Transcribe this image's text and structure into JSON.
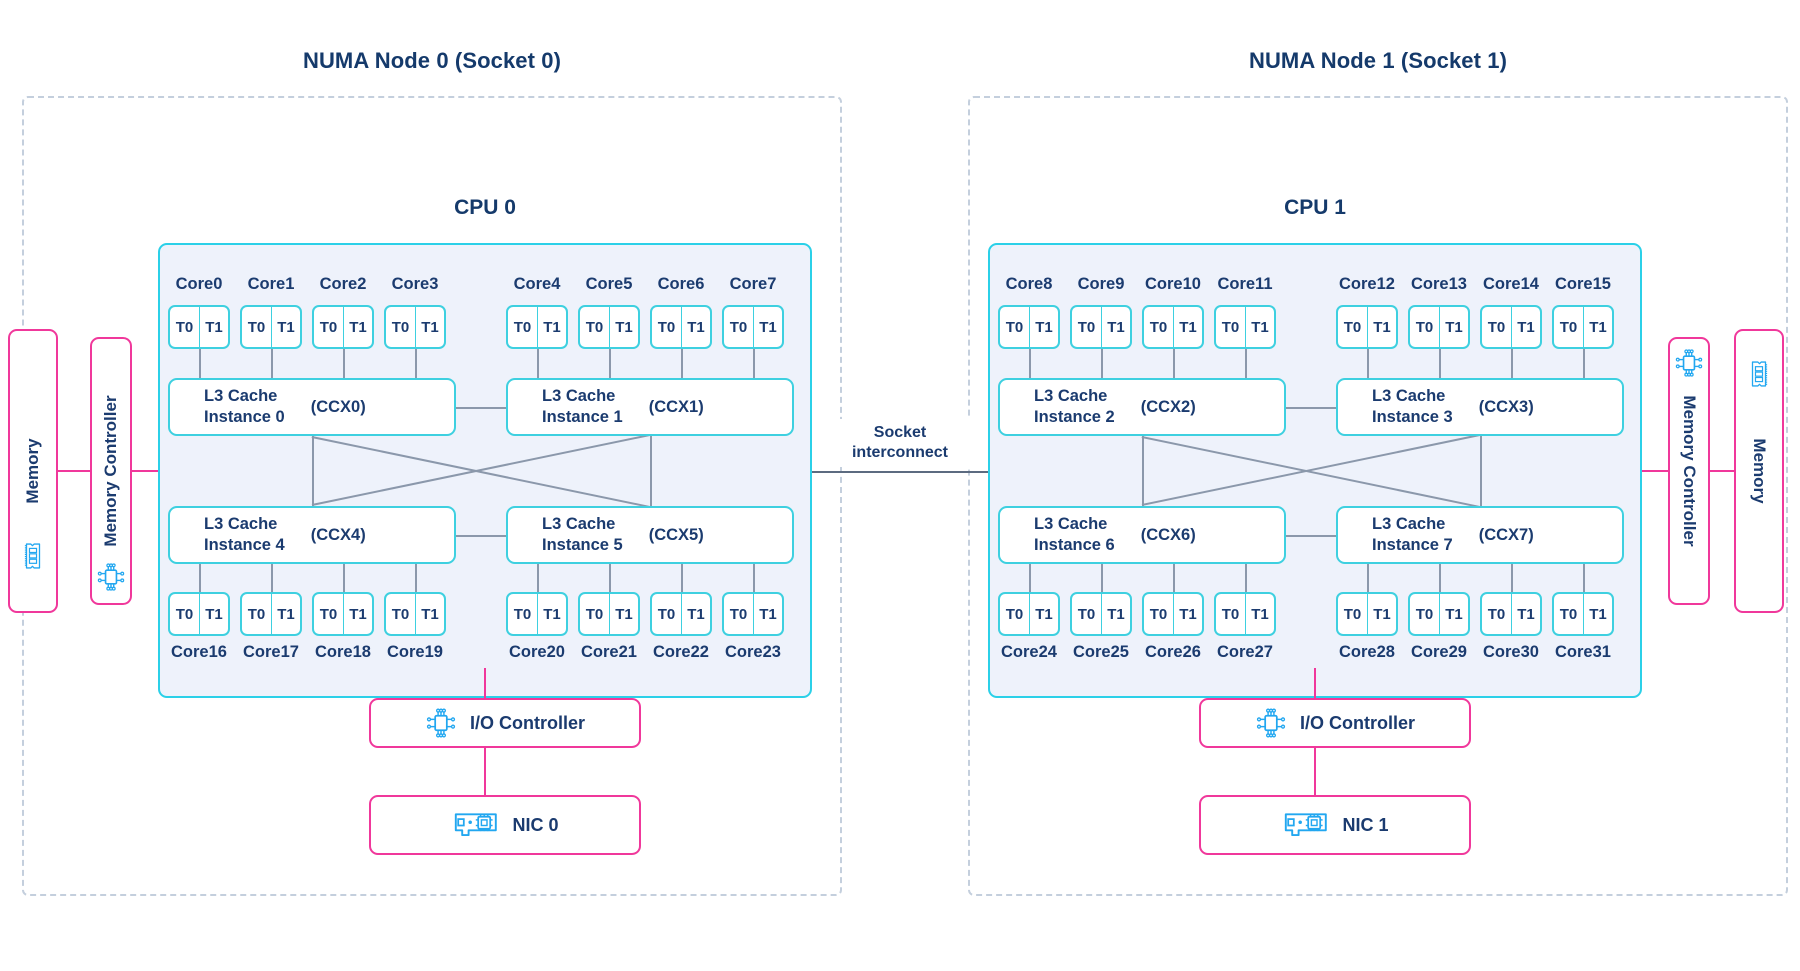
{
  "diagram": {
    "type": "numa-topology",
    "title_left": "NUMA Node 0 (Socket 0)",
    "title_right": "NUMA Node 1 (Socket 1)",
    "interconnect_label": "Socket\ninterconnect",
    "colors": {
      "text": "#1b3b6f",
      "cpu_border": "#2bd0e8",
      "cpu_fill": "#eef2fb",
      "box_border": "#3ed0e0",
      "pink": "#f0389b",
      "icon": "#22a7f0",
      "connector": "#8b98ab",
      "dashed_boundary": "#c4cfdd"
    }
  },
  "nodes": [
    {
      "id": "node0",
      "title": "NUMA Node 0 (Socket 0)",
      "cpu_title": "CPU 0",
      "memory_label": "Memory",
      "memory_controller_label": "Memory Controller",
      "io_controller_label": "I/O Controller",
      "nic_label": "NIC 0",
      "thread_labels": [
        "T0",
        "T1"
      ],
      "cores_top_left": [
        "Core0",
        "Core1",
        "Core2",
        "Core3"
      ],
      "cores_top_right": [
        "Core4",
        "Core5",
        "Core6",
        "Core7"
      ],
      "cores_bottom_left": [
        "Core16",
        "Core17",
        "Core18",
        "Core19"
      ],
      "cores_bottom_right": [
        "Core20",
        "Core21",
        "Core22",
        "Core23"
      ],
      "caches": [
        {
          "pos": "top-left",
          "name": "L3 Cache\nInstance 0",
          "ccx": "(CCX0)"
        },
        {
          "pos": "top-right",
          "name": "L3 Cache\nInstance 1",
          "ccx": "(CCX1)"
        },
        {
          "pos": "bottom-left",
          "name": "L3 Cache\nInstance 4",
          "ccx": "(CCX4)"
        },
        {
          "pos": "bottom-right",
          "name": "L3 Cache\nInstance 5",
          "ccx": "(CCX5)"
        }
      ]
    },
    {
      "id": "node1",
      "title": "NUMA Node 1 (Socket 1)",
      "cpu_title": "CPU 1",
      "memory_label": "Memory",
      "memory_controller_label": "Memory Controller",
      "io_controller_label": "I/O Controller",
      "nic_label": "NIC 1",
      "thread_labels": [
        "T0",
        "T1"
      ],
      "cores_top_left": [
        "Core8",
        "Core9",
        "Core10",
        "Core11"
      ],
      "cores_top_right": [
        "Core12",
        "Core13",
        "Core14",
        "Core15"
      ],
      "cores_bottom_left": [
        "Core24",
        "Core25",
        "Core26",
        "Core27"
      ],
      "cores_bottom_right": [
        "Core28",
        "Core29",
        "Core30",
        "Core31"
      ],
      "caches": [
        {
          "pos": "top-left",
          "name": "L3 Cache\nInstance 2",
          "ccx": "(CCX2)"
        },
        {
          "pos": "top-right",
          "name": "L3 Cache\nInstance 3",
          "ccx": "(CCX3)"
        },
        {
          "pos": "bottom-left",
          "name": "L3 Cache\nInstance 6",
          "ccx": "(CCX6)"
        },
        {
          "pos": "bottom-right",
          "name": "L3 Cache\nInstance 7",
          "ccx": "(CCX7)"
        }
      ]
    }
  ],
  "icons": {
    "memory": "memory-dimm-icon",
    "memory_controller": "chip-icon",
    "io_controller": "chip-icon",
    "nic": "network-card-icon"
  }
}
